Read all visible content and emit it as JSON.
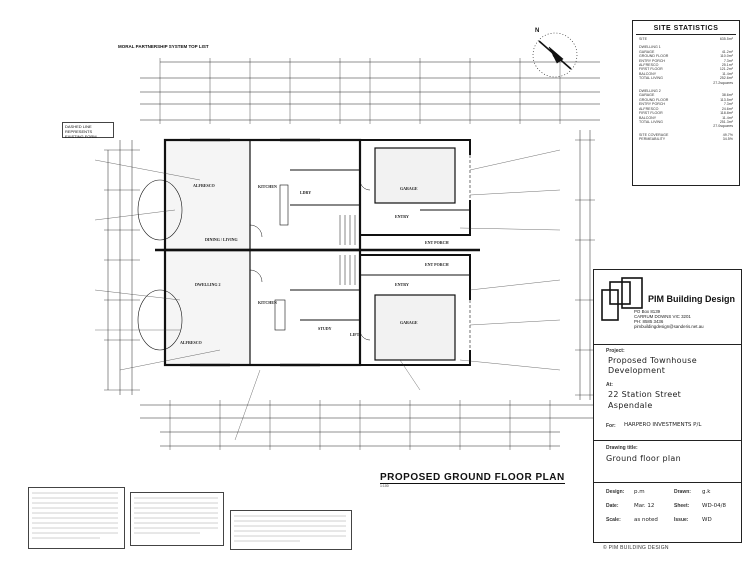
{
  "drawing": {
    "plan_title": "PROPOSED GROUND FLOOR PLAN",
    "plan_subtitle": "1:100",
    "header_note_title": "MORAL PARTNERSHIP SYSTEM TOP LIST"
  },
  "legend_box": {
    "text": "DASHED LINE REPRESENTS EXISTING FORM"
  },
  "rooms": {
    "alfresco_1": "ALFRESCO",
    "kitchen_1": "KITCHEN",
    "dining_living_1": "DINING / LIVING",
    "laundry_1": "LDRY",
    "garage_1": "GARAGE",
    "entry_1": "ENTRY",
    "porch_1": "ENT PORCH",
    "dwelling_2": "DWELLING 2",
    "alfresco_2": "ALFRESCO",
    "kitchen_2": "KITCHEN",
    "study_2": "STUDY",
    "lift_2": "LIFT",
    "garage_2": "GARAGE",
    "porch_2": "ENT PORCH",
    "entry_2": "ENTRY"
  },
  "site_statistics": {
    "title": "SITE STATISTICS",
    "rows_top": [
      {
        "label": "SITE",
        "value": "635.5m²"
      }
    ],
    "dwelling1_title": "DWELLING 1",
    "dwelling1": [
      {
        "label": "GARAGE",
        "value": "41.2m²"
      },
      {
        "label": "GROUND FLOOR",
        "value": "110.0m²"
      },
      {
        "label": "ENTRY PORCH",
        "value": "7.3m²"
      },
      {
        "label": "ALFRESCO",
        "value": "25.1m²"
      },
      {
        "label": "FIRST FLOOR",
        "value": "121.2m²"
      },
      {
        "label": "BALCONY",
        "value": "11.4m²"
      },
      {
        "label": "TOTAL LIVING",
        "value": "252.6m²"
      },
      {
        "label": "",
        "value": "27.2squares"
      }
    ],
    "dwelling2_title": "DWELLING 2",
    "dwelling2": [
      {
        "label": "GARAGE",
        "value": "38.6m²"
      },
      {
        "label": "GROUND FLOOR",
        "value": "113.5m²"
      },
      {
        "label": "ENTRY PORCH",
        "value": "7.3m²"
      },
      {
        "label": "ALFRESCO",
        "value": "24.6m²"
      },
      {
        "label": "FIRST FLOOR",
        "value": "118.8m²"
      },
      {
        "label": "BALCONY",
        "value": "11.4m²"
      },
      {
        "label": "TOTAL LIVING",
        "value": "251.3m²"
      },
      {
        "label": "",
        "value": "27.0squares"
      }
    ],
    "coverage": [
      {
        "label": "SITE COVERAGE",
        "value": "49.7%"
      },
      {
        "label": "PERMEABILITY",
        "value": "34.5%"
      }
    ]
  },
  "title_block": {
    "firm_name": "PIM Building Design",
    "firm_address": [
      "PO Box 8139",
      "CARRUM DOWNS VIC 3201",
      "PH: 8585 3436",
      "pimbuildingdesign@sanderis.net.au"
    ],
    "project_label": "Project:",
    "project_value_1": "Proposed Townhouse",
    "project_value_2": "Development",
    "at_label": "At:",
    "at_value_1": "22 Station Street",
    "at_value_2": "Aspendale",
    "for_label": "For:",
    "for_value": "HARPERO INVESTMENTS P/L",
    "drawing_title_label": "Drawing title:",
    "drawing_title_value": "Ground floor plan",
    "design_label": "Design:",
    "design_value": "p.m",
    "drawn_label": "Drawn:",
    "drawn_value": "g.k",
    "date_label": "Date:",
    "date_value": "Mar. 12",
    "sheet_label": "Sheet:",
    "sheet_value": "WD-04/8",
    "scale_label": "Scale:",
    "scale_value": "as noted",
    "issue_label": "Issue:",
    "issue_value": "WD"
  },
  "footer": {
    "copyright": "© PIM BUILDING DESIGN"
  },
  "north": {
    "label": "N"
  }
}
